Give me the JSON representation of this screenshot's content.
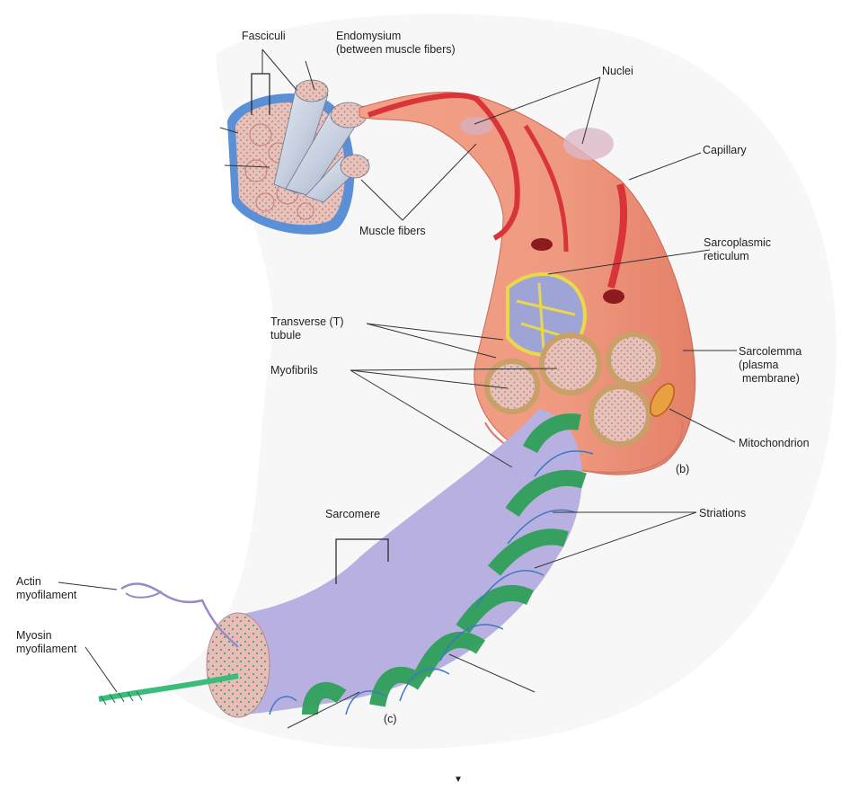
{
  "labels": {
    "fasciculi": "Fasciculi",
    "endomysium_1": "Endomysium",
    "endomysium_2": "(between muscle fibers)",
    "nuclei": "Nuclei",
    "capillary": "Capillary",
    "muscle_fibers": "Muscle fibers",
    "sarcoplasmic_1": "Sarcoplasmic",
    "sarcoplasmic_2": "reticulum",
    "ttubule_1": "Transverse (T)",
    "ttubule_2": "tubule",
    "myofibrils": "Myofibrils",
    "sarcolemma_1": "Sarcolemma",
    "sarcolemma_2": "(plasma",
    "sarcolemma_3": "membrane)",
    "mitochondrion": "Mitochondrion",
    "panel_b": "(b)",
    "sarcomere": "Sarcomere",
    "striations": "Striations",
    "actin_1": "Actin",
    "actin_2": "myofilament",
    "myosin_1": "Myosin",
    "myosin_2": "myofilament",
    "panel_c": "(c)"
  },
  "colors": {
    "fascicle_blue": "#5b8fd6",
    "fascicle_pink": "#e8a8a0",
    "fiber_orange": "#ef9a7e",
    "capillary_red": "#d8343a",
    "sr_yellow": "#e8d84a",
    "myofibril_tan": "#c8a068",
    "myofibril_pink": "#e8c0b8",
    "stripe_green": "#2fa05a",
    "stripe_purple": "#b8b0e0",
    "stripe_blue": "#3a78c8",
    "actin_purple": "#9a88c8",
    "myosin_green": "#3cbc7a"
  }
}
